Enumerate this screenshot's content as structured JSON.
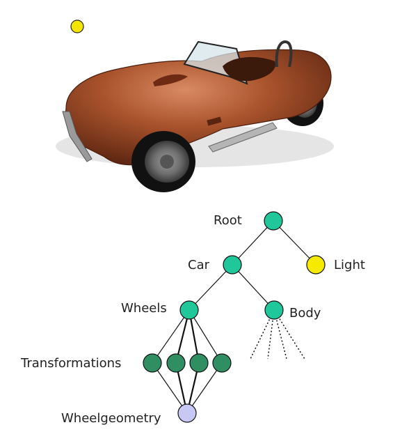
{
  "colors": {
    "background": "#ffffff",
    "light_sun": "#f5e600",
    "car_body": "#8c3a1c",
    "tree_node_teal": "#1fc79a",
    "tree_node_dark_green": "#2f8f62",
    "tree_node_lavender": "#c8c8f4",
    "tree_node_yellow": "#f6ea00",
    "edge": "#111111"
  },
  "scene_graph": {
    "nodes": {
      "root": {
        "label": "Root"
      },
      "car": {
        "label": "Car"
      },
      "light": {
        "label": "Light"
      },
      "wheels": {
        "label": "Wheels"
      },
      "body": {
        "label": "Body"
      },
      "transformations": {
        "label": "Transformations"
      },
      "wheel_geometry": {
        "label": "Wheelgeometry"
      }
    }
  }
}
